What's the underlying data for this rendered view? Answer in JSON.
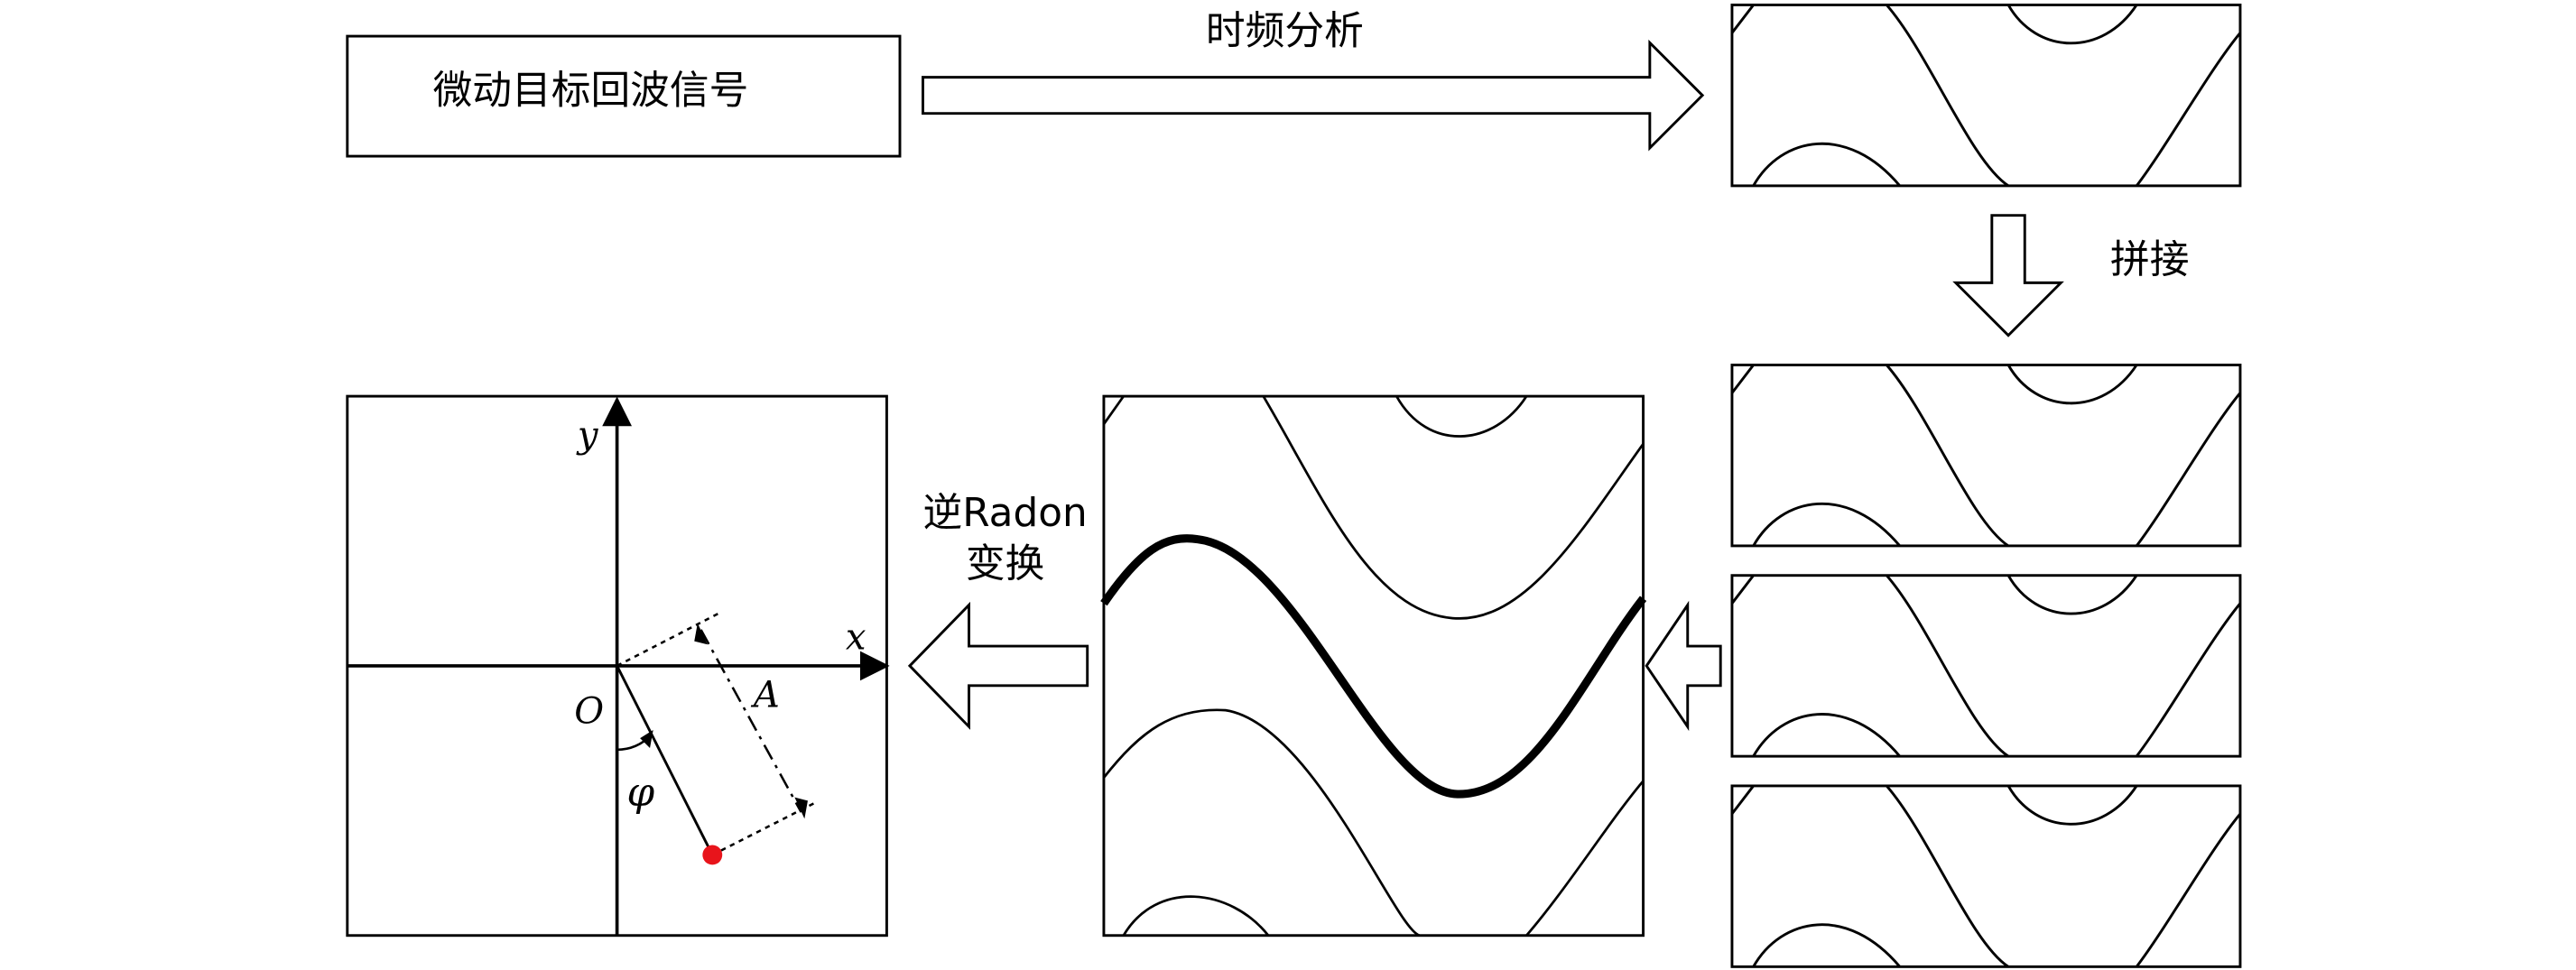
{
  "signal_box": {
    "label": "微动目标回波信号"
  },
  "step_tf": {
    "label": "时频分析"
  },
  "step_concat": {
    "label": "拼接"
  },
  "step_inverse_radon": {
    "line1": "逆Radon",
    "line2": "变换"
  },
  "axes": {
    "x": "x",
    "y": "y",
    "origin": "O",
    "amplitude": "A",
    "phase": "φ"
  },
  "colors": {
    "stroke": "#000000",
    "scatterer": "#e8141b",
    "background": "#ffffff"
  }
}
